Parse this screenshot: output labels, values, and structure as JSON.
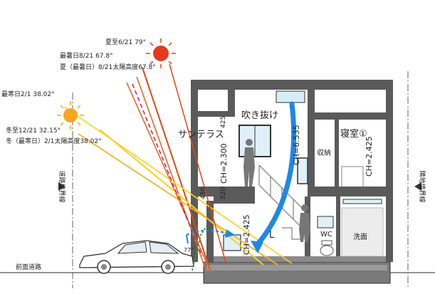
{
  "sun_labels": {
    "summer_solstice": "夏至6/21 79°",
    "hottest_day": "最暑日8/21 67.8°",
    "summer_hottest": "夏（最暑日）8/21太陽高度67.8°",
    "coldest_day": "最寒日2/1 38.02°",
    "winter_solstice": "冬至12/21 32.15°",
    "winter_coldest": "冬（最寒日）2/1太陽高度38.02°"
  },
  "rooms": {
    "fukinuke": "吹き抜け",
    "sun_terrace": "サンテラス",
    "bedroom": "寝室①",
    "storage": "収納",
    "living": "L",
    "wc": "WC",
    "washroom": "洗面"
  },
  "heights": {
    "ch_terrace": "CH=2.300",
    "ch_void": "CH=6.535",
    "ch_bedroom": "CH=2.425",
    "ch_living": "CH=2.425"
  },
  "dimensions": {
    "d425": "425",
    "d450": "450",
    "d520": "520"
  },
  "boundaries": {
    "road_boundary": "道路境界線",
    "neighbor_boundary": "隣地境界線",
    "front_road": "前面道路"
  },
  "angles": {
    "ground_angle": "77°"
  },
  "colors": {
    "summer_sun": "#e53a1e",
    "winter_sun": "#f5a623",
    "ray_summer": "#d94a1a",
    "ray_hot": "#e06a2a",
    "ray_winter": "#f7d21c",
    "ray_cold": "#f3b32c",
    "ray_dashed": "#c2185b",
    "airflow": "#1e88e5",
    "wall": "#5a5a5a"
  }
}
